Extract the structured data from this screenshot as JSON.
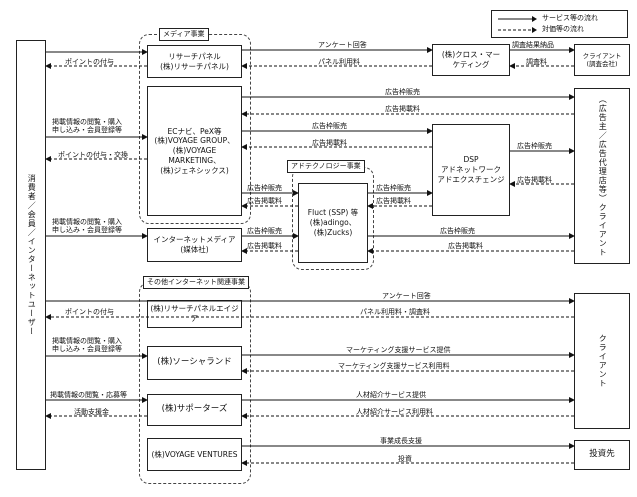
{
  "legend": {
    "solid": "サービス等の流れ",
    "dashed": "対価等の流れ"
  },
  "consumer": "消費者／会員／インターネットユーザー",
  "groups": {
    "media": "メディア事業",
    "adtech": "アドテクノロジー事業",
    "other": "その他インターネット関連事業"
  },
  "boxes": {
    "research_panel": "リサーチパネル\n(株)リサーチパネル)",
    "ec_navi": "ECナビ、PeX等\n(株)VOYAGE GROUP、\n(株)VOYAGE MARKETING、\n(株)ジェネシックス)",
    "internet_media": "インターネットメディア\n(媒体社)",
    "fluct": "Fluct (SSP) 等\n(株)adingo、\n(株)Zucks)",
    "dsp": "DSP\nアドネットワーク\nアドエクスチェンジ",
    "cross_marketing": "(株)クロス・マー\nケティング",
    "client_top": "クライアント\n(調査会社)",
    "advertiser": "（広告主／広告代理店等）クライアント",
    "research_agent": "(株)リサーチパネルエイジア",
    "social_land": "(株)ソーシャランド",
    "supporters": "(株)サポーターズ",
    "voyage_ventures": "(株)VOYAGE VENTURES",
    "client_bottom": "クライアント",
    "investee": "投資先"
  },
  "labels": {
    "survey_answer": "アンケート回答",
    "panel_fee": "パネル利用料",
    "survey_result": "調査結果納品",
    "survey_fee": "調査料",
    "points_grant": "ポイントの付与",
    "ad_sales": "広告枠販売",
    "ad_fee": "広告掲載料",
    "browse_purchase": "掲載情報の閲覧・購入\n申し込み・会員登録等",
    "points_exchange": "ポイントの付与・交換",
    "survey_answer2": "アンケート回答",
    "panel_fee2": "パネル利用料・調査料",
    "marketing_service": "マーケティング支援サービス提供",
    "marketing_fee": "マーケティング支援サービス利用料",
    "browse_apply": "掲載情報の閲覧・応募等",
    "activity_support": "活動支援金",
    "hr_service": "人材紹介サービス提供",
    "hr_fee": "人材紹介サービス利用料",
    "growth_support": "事業成長支援",
    "investment": "投資"
  }
}
